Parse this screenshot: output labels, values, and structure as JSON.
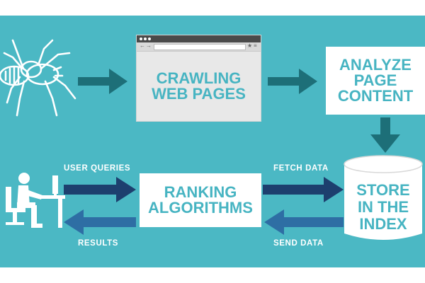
{
  "nodes": {
    "crawling": "CRAWLING\nWEB PAGES",
    "analyze": "ANALYZE\nPAGE\nCONTENT",
    "ranking": "RANKING\nALGORITHMS",
    "store_line1": "STORE",
    "store_line2": "IN THE",
    "store_line3": "INDEX"
  },
  "edges": {
    "user_queries": "USER QUERIES",
    "results": "RESULTS",
    "fetch_data": "FETCH DATA",
    "send_data": "SEND DATA"
  },
  "colors": {
    "background": "#4bb8c4",
    "box_text": "#47b4c2",
    "arrow_teal": "#1d6f78",
    "arrow_navy": "#1d3f6e",
    "arrow_blue": "#2e6ea4"
  }
}
